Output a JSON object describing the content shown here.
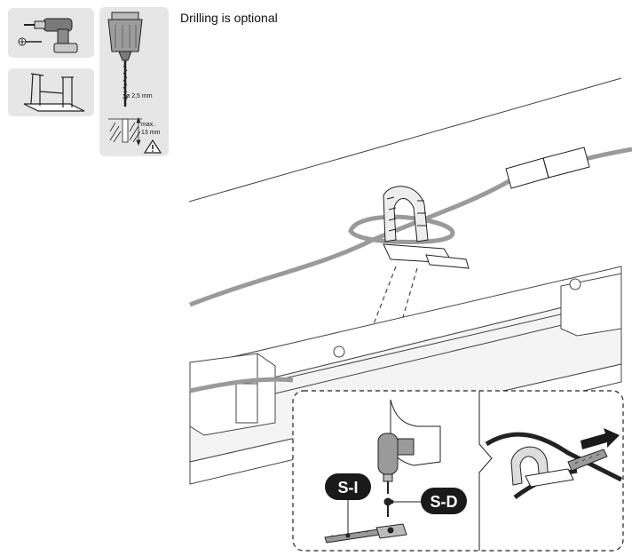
{
  "caption": "Drilling is optional",
  "bit_spec": {
    "diameter": "ø 2,5 mm",
    "depth_line1": "max.",
    "depth_line2": "13 mm"
  },
  "badges": {
    "screw_tie": "S-I",
    "screw_drive": "S-D"
  },
  "icons": {
    "drill": "cordless-drill-icon",
    "screw": "phillips-screw-icon",
    "bench": "workbench-icon",
    "bit": "drill-bit-icon",
    "warning": "warning-triangle-icon",
    "arrow": "pull-direction-arrow-icon"
  },
  "colors": {
    "line": "#222222",
    "panel": "#e6e6e6",
    "cable": "#9a9a9a",
    "badge": "#1a1a1a"
  }
}
